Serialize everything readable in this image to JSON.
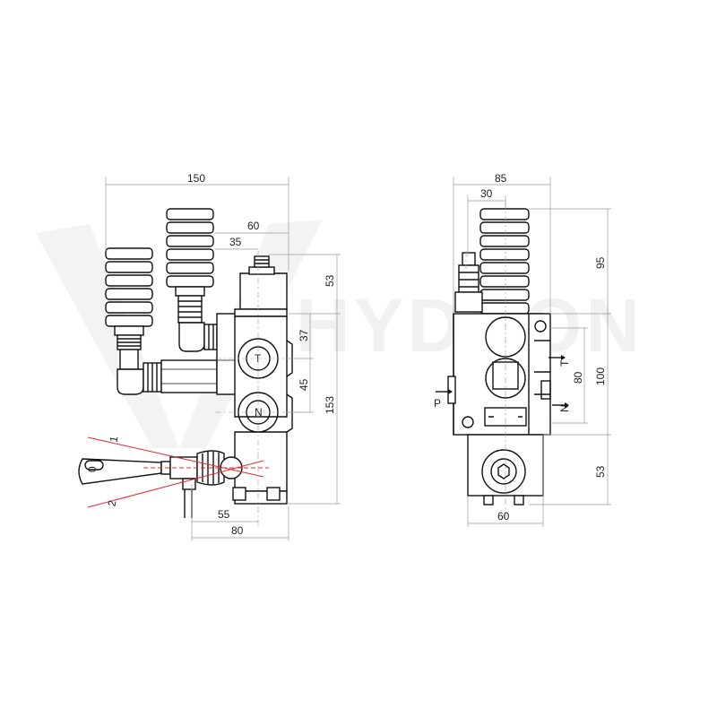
{
  "watermark": "HYDRON",
  "left_view": {
    "dimensions": {
      "width_150": "150",
      "width_60": "60",
      "width_35": "35",
      "height_53": "53",
      "height_37": "37",
      "height_45": "45",
      "height_153": "153",
      "width_55": "55",
      "width_80": "80"
    },
    "port_labels": {
      "t": "T",
      "n": "N"
    },
    "lever_positions": {
      "pos0": "0",
      "pos1": "1",
      "pos2": "2"
    }
  },
  "right_view": {
    "dimensions": {
      "width_85": "85",
      "width_30": "30",
      "height_95": "95",
      "height_80": "80",
      "height_100": "100",
      "height_53": "53",
      "width_60": "60"
    },
    "port_labels": {
      "p": "P",
      "t": "T",
      "n": "N"
    }
  },
  "colors": {
    "line": "#111111",
    "dimension": "#9a9a9a",
    "lever_positions": "#e8262b",
    "watermark": "#f1f1f1"
  }
}
